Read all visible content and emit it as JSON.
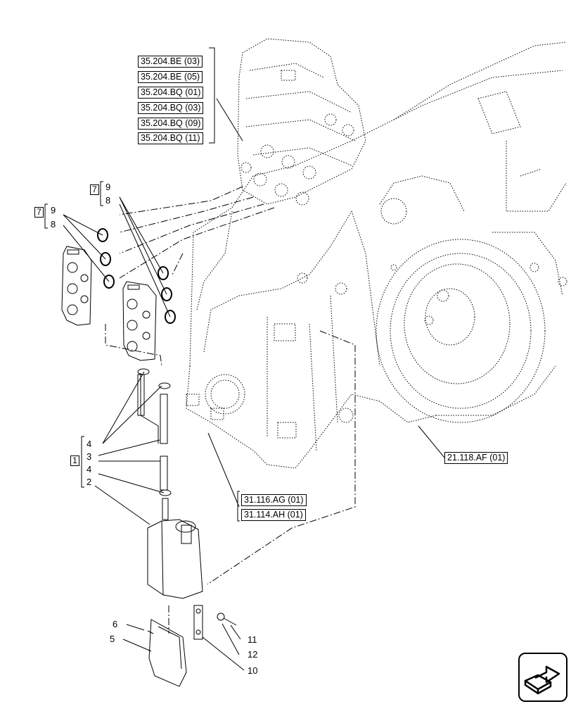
{
  "references": {
    "top_group": [
      "35.204.BE (03)",
      "35.204.BE (05)",
      "35.204.BQ (01)",
      "35.204.BQ (03)",
      "35.204.BQ (09)",
      "35.204.BQ (11)"
    ],
    "flywheel": "21.118.AF (01)",
    "housing": [
      "31.116.AG (01)",
      "31.114.AH (01)"
    ]
  },
  "callouts": {
    "group7_a": {
      "box": "7",
      "items": [
        "9",
        "8"
      ]
    },
    "group7_b": {
      "box": "7",
      "items": [
        "9",
        "8"
      ]
    },
    "group1": {
      "box": "1",
      "items": [
        "4",
        "3",
        "4",
        "2"
      ]
    },
    "n6": "6",
    "n5": "5",
    "n11": "11",
    "n12": "12",
    "n10": "10"
  },
  "navigation": {
    "icon": "next-page-arrow-icon"
  }
}
